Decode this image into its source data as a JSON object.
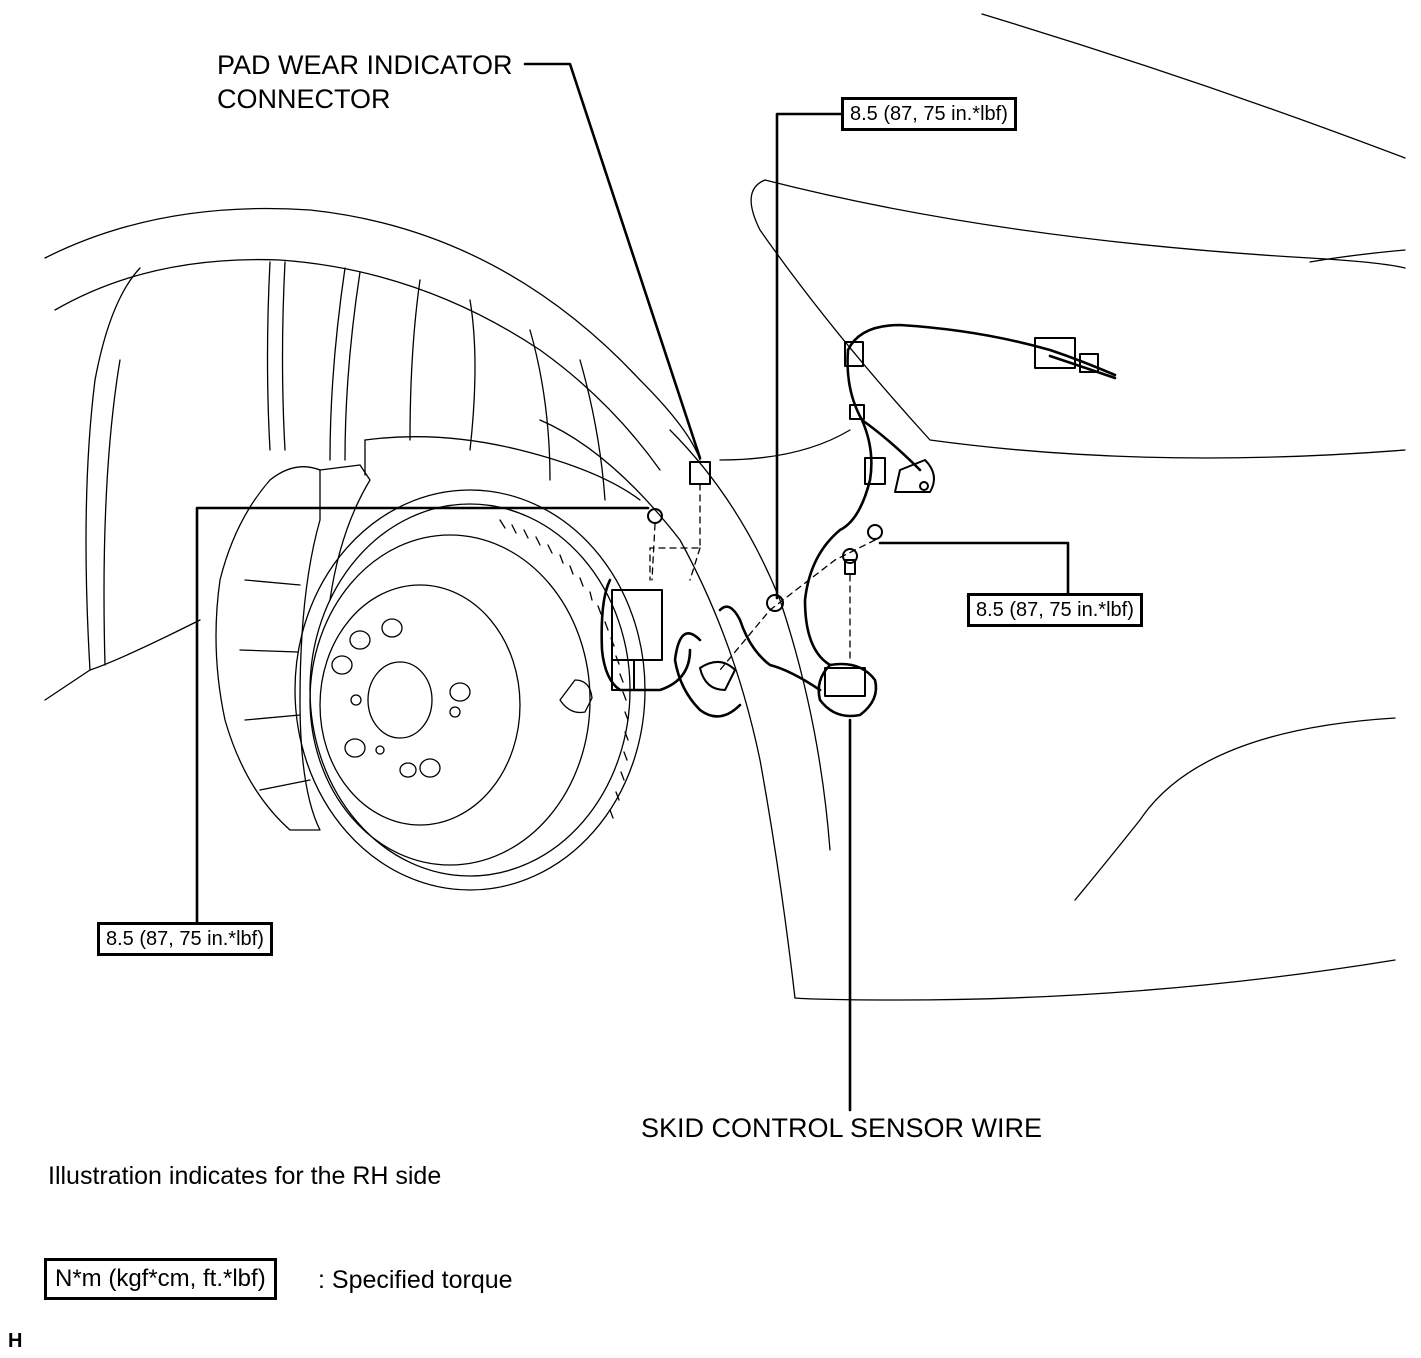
{
  "labels": {
    "pad_wear_line1": "PAD WEAR INDICATOR",
    "pad_wear_line2": "CONNECTOR",
    "skid_wire": "SKID CONTROL SENSOR WIRE"
  },
  "torque_callouts": [
    "8.5 (87, 75 in.*lbf)",
    "8.5 (87, 75 in.*lbf)",
    "8.5 (87, 75 in.*lbf)"
  ],
  "note": "Illustration indicates for the RH side",
  "legend": {
    "box_text": "N*m (kgf*cm, ft.*lbf)",
    "description": ": Specified torque"
  },
  "corner_mark": "H"
}
